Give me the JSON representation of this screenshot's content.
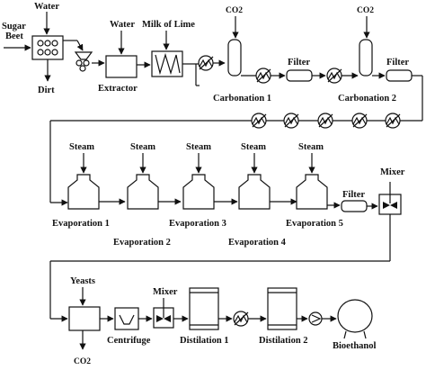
{
  "labels": {
    "sugar_beet_1": "Sugar",
    "sugar_beet_2": "Beet",
    "water_1": "Water",
    "dirt": "Dirt",
    "water_2": "Water",
    "milk_of_lime": "Milk of Lime",
    "extractor": "Extractor",
    "co2_1": "CO2",
    "co2_2": "CO2",
    "carbonation_1": "Carbonation 1",
    "carbonation_2": "Carbonation 2",
    "filter_1": "Filter",
    "filter_2": "Filter",
    "steam_1": "Steam",
    "steam_2": "Steam",
    "steam_3": "Steam",
    "steam_4": "Steam",
    "steam_5": "Steam",
    "evaporation_1": "Evaporation 1",
    "evaporation_2": "Evaporation 2",
    "evaporation_3": "Evaporation 3",
    "evaporation_4": "Evaporation 4",
    "evaporation_5": "Evaporation 5",
    "filter_3": "Filter",
    "mixer_1": "Mixer",
    "yeasts": "Yeasts",
    "co2_3": "CO2",
    "centrifuge": "Centrifuge",
    "mixer_2": "Mixer",
    "distilation_1": "Distilation 1",
    "distilation_2": "Distilation 2",
    "bioethanol": "Bioethanol"
  }
}
